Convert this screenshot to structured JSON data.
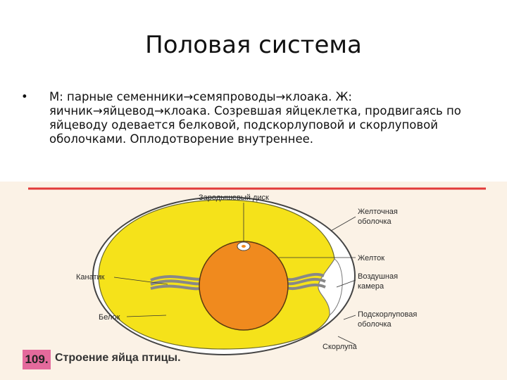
{
  "slide": {
    "title": "Половая система",
    "bullet_symbol": "•",
    "bullet_text": "М: парные семенники→семяпроводы→клоака. Ж: яичник→яйцевод→клоака. Созревшая яйцеклетка, продвигаясь по яйцеводу одевается белковой, подскорлуповой и скорлуповой оболочками. Оплодотворение внутреннее."
  },
  "figure": {
    "labels": {
      "germinal_disc": "Зародышевый диск",
      "yolk_membrane_1": "Желточная",
      "yolk_membrane_2": "оболочка",
      "yolk": "Желток",
      "air_chamber_1": "Воздушная",
      "air_chamber_2": "камера",
      "subshell_membrane_1": "Подскорлуповая",
      "subshell_membrane_2": "оболочка",
      "shell": "Скорлупа",
      "chalaza": "Канатик",
      "albumen": "Белок"
    },
    "caption_number": "109.",
    "caption_text": "Строение яйца птицы.",
    "colors": {
      "albumen": "#f5e21a",
      "yolk": "#f08a1e",
      "red_rule": "#e23a3a",
      "caption_badge": "#e46a9c"
    }
  }
}
